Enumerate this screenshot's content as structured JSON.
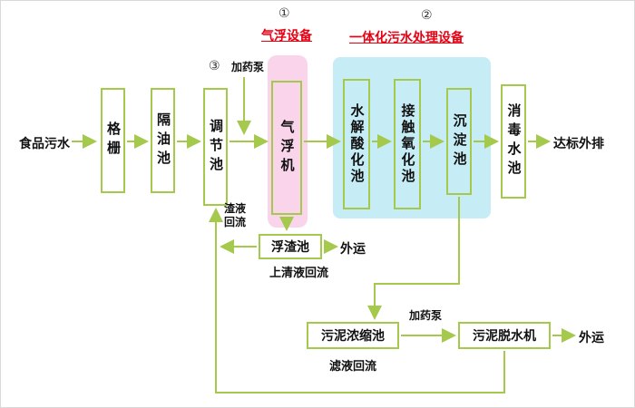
{
  "colors": {
    "line": "#a5c94c",
    "red": "#e60012",
    "pink": "#f9d4ea",
    "blue": "#c6edf5"
  },
  "flow": {
    "source": "食品污水",
    "discharge": "达标外排"
  },
  "nodes": {
    "grid": "格栅",
    "oil_tank": "隔油池",
    "regulating_tank": "调节池",
    "air_flotation": "气浮机",
    "hydrolysis": "水解酸化池",
    "contact_oxidation": "接触氧化池",
    "sedimentation": "沉淀池",
    "disinfection": "消毒水池",
    "scum_tank": "浮渣池",
    "sludge_thickener": "污泥浓缩池",
    "sludge_dewaterer": "污泥脱水机"
  },
  "labels": {
    "num1": "①",
    "num2": "②",
    "num3": "③",
    "air_flotation_equipment": "气浮设备",
    "integrated_treatment_equipment": "一体化污水处理设备",
    "dosing_pump_1": "加药泵",
    "dosing_pump_2": "加药泵",
    "slag_reflux": "渣液回流",
    "supernatant_reflux": "上清液回流",
    "filtrate_reflux": "滤液回流",
    "outbound_1": "外运",
    "outbound_2": "外运"
  }
}
